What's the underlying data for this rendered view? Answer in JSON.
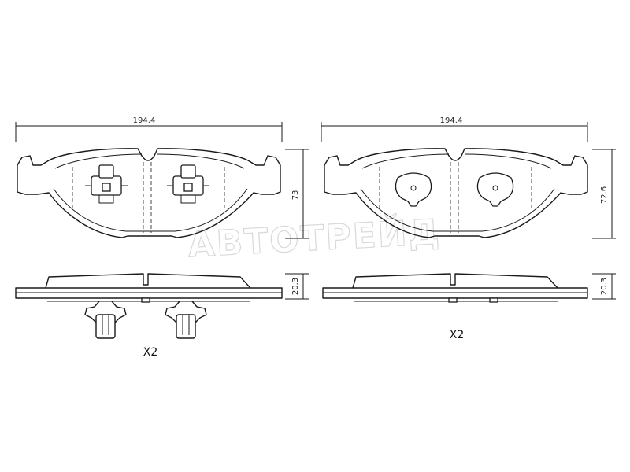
{
  "watermark": {
    "text": "АВТОТРЕЙД",
    "color": "#d9d9d9"
  },
  "colors": {
    "line": "#1a1a1a",
    "background": "#ffffff"
  },
  "pad_left": {
    "width_dim": "194.4",
    "height_dim": "73",
    "thickness_dim": "20.3",
    "quantity": "X2",
    "features": [
      "wear-sensor-clips",
      "retaining-springs"
    ]
  },
  "pad_right": {
    "width_dim": "194.4",
    "height_dim": "72.6",
    "thickness_dim": "20.3",
    "quantity": "X2",
    "features": [
      "round-shims"
    ]
  }
}
